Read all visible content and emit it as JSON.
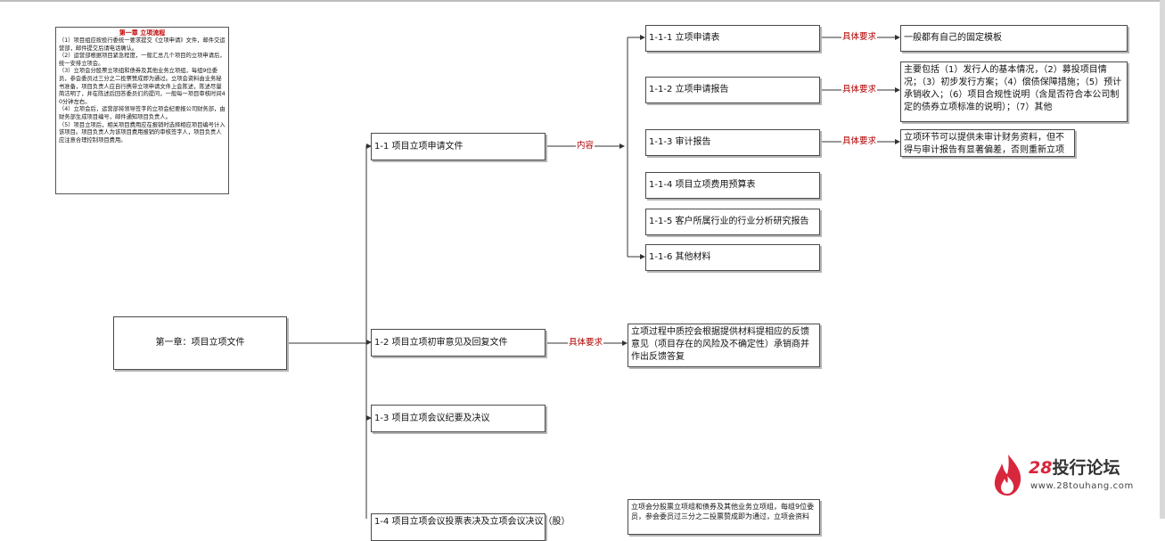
{
  "note": {
    "title": "第一章 立项流程",
    "lines": [
      "（1）项目组应按投行委统一要求提交《立项申请》文件，邮件交运营部，邮件提交后请电话确认。",
      "（2）运营部根据项目紧急程度，一般汇总几个项目的立项申请后，统一安排立项会。",
      "（3）立项会分股票立项组和债券及其他业务立项组，每组9位委员，参会委员过三分之二投票赞成即为通过。立项会资料由业务秘书准备，项目负责人应自行携带立项申请文件上会陈述，陈述尽量简洁明了，并在陈述后回答委员们的提问，一般每一项目审核时间40分钟左右。",
      "（4）立项会后，运营部将领导签字的立项会纪要报公司财务部，由财务部生成项目编号，邮件通知项目负责人。",
      "（5）项目立项后，相关项目费用应在报销时选择相应项目编号计入该项目。项目负责人为该项目费用报销的审核签字人，项目负责人应注意合理控制项目费用。"
    ]
  },
  "root": "第一章：项目立项文件",
  "level1": [
    "1-1 项目立项申请文件",
    "1-2 项目立项初审意见及回复文件",
    "1-3 项目立项会议纪要及决议",
    "1-4 项目立项会议投票表决及立项会议决议（股）"
  ],
  "level2": [
    "1-1-1 立项申请表",
    "1-1-2 立项申请报告",
    "1-1-3 审计报告",
    "1-1-4 项目立项费用预算表",
    "1-1-5 客户所属行业的行业分析研究报告",
    "1-1-6 其他材料"
  ],
  "labels": {
    "content": "内容",
    "requirement": "具体要求"
  },
  "details": {
    "d111": "一般都有自己的固定模板",
    "d112": "主要包括（1）发行人的基本情况，（2）募投项目情况；（3）初步发行方案；（4）偿债保障措施；（5）预计承销收入；（6）项目合规性说明（含是否符合本公司制定的债券立项标准的说明）；（7）其他",
    "d113": "立项环节可以提供未审计财务资料，但不得与审计报告有显著偏差，否则重新立项",
    "d12": "立项过程中质控会根据提供材料提相应的反馈意见（项目存在的风险及不确定性）承销商并作出反馈答复",
    "d14": "立项会分股票立项组和债券及其他业务立项组，每组9位委员，参会委员过三分之二投票赞成即为通过，立项会资料"
  },
  "logo": {
    "num": "28",
    "text": "投行论坛",
    "url": "www.28touhang.com"
  },
  "colors": {
    "label": "#b00000",
    "note_title": "#c00000",
    "logo_red": "#d8263c"
  }
}
